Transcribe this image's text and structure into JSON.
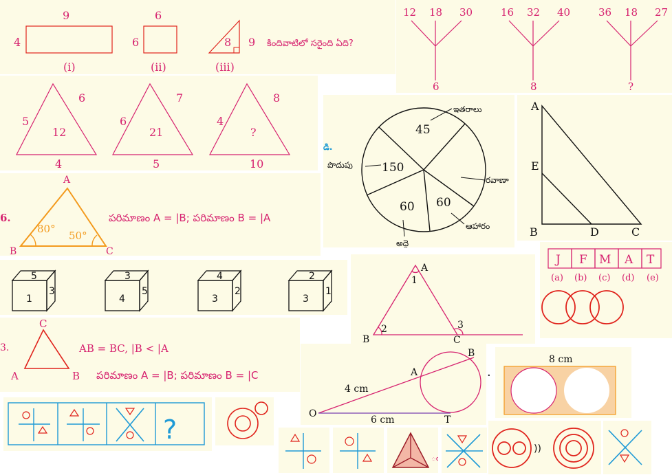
{
  "colors": {
    "pink": "#d6226f",
    "red": "#e0231c",
    "orange": "#f39a1d",
    "blue": "#1e9ad6",
    "maroon": "#9b1c27",
    "bg": "#fdfbe6",
    "ink": "#111111"
  },
  "rects": {
    "r1": {
      "top": "9",
      "left": "4",
      "label": "(i)"
    },
    "r2": {
      "top": "6",
      "left": "6",
      "label": "(ii)"
    },
    "r3": {
      "inner": "8",
      "right": "9",
      "label": "(iii)"
    },
    "question": "కిందివాటిలో సరైంది ఏది?"
  },
  "trees": [
    {
      "top": [
        "12",
        "18",
        "30"
      ],
      "bottom": "6"
    },
    {
      "top": [
        "16",
        "32",
        "40"
      ],
      "bottom": "8"
    },
    {
      "top": [
        "36",
        "18",
        "27"
      ],
      "bottom": "?"
    }
  ],
  "triangles": [
    {
      "left": "5",
      "right": "6",
      "base": "4",
      "center": "12"
    },
    {
      "left": "6",
      "right": "7",
      "base": "5",
      "center": "21"
    },
    {
      "left": "4",
      "right": "8",
      "base": "10",
      "center": "?"
    }
  ],
  "pie": {
    "tag": "డి.",
    "slices": [
      {
        "label": "ఇతరాలు",
        "value": "45"
      },
      {
        "label": "పొదుపు",
        "value": "150"
      },
      {
        "label": "అద్దె",
        "value": "60"
      },
      {
        "label": "ఆహారం",
        "value": "60"
      },
      {
        "label": "రవాణా",
        "value": ""
      }
    ]
  },
  "right_triangle": {
    "A": "A",
    "E": "E",
    "B": "B",
    "D": "D",
    "C": "C"
  },
  "q6": {
    "num": "6.",
    "A": "A",
    "B": "B",
    "C": "C",
    "angleB": "80°",
    "angleC": "50°",
    "text": "పరిమాణం  A = |B; పరిమాణం  B = |A"
  },
  "letters": {
    "boxes": [
      "J",
      "F",
      "M",
      "A",
      "T"
    ],
    "labels": [
      "(a)",
      "(b)",
      "(c)",
      "(d)",
      "(e)"
    ]
  },
  "cubes": [
    {
      "top": "5",
      "front": "1",
      "side": "3"
    },
    {
      "top": "3",
      "front": "4",
      "side": "5"
    },
    {
      "top": "4",
      "front": "3",
      "side": "2"
    },
    {
      "top": "2",
      "front": "3",
      "side": "1"
    }
  ],
  "angle_tri": {
    "A": "A",
    "B": "B",
    "C": "C",
    "a1": "1",
    "a2": "2",
    "a3": "3"
  },
  "q8": {
    "num": "3.",
    "A": "A",
    "B": "B",
    "C": "C",
    "line1": "AB = BC, |B < |A",
    "line2": "పరిమాణం  A = |B; పరిమాణం  B = |C"
  },
  "tangent": {
    "O": "O",
    "A": "A",
    "B": "B",
    "T": "T",
    "oa": "4 cm",
    "ot": "6 cm"
  },
  "circles_rect": {
    "width": "8 cm"
  },
  "question_mark": "?",
  "misc": {
    "dot": "·",
    "paren": "))",
    "dot2": "ం"
  }
}
